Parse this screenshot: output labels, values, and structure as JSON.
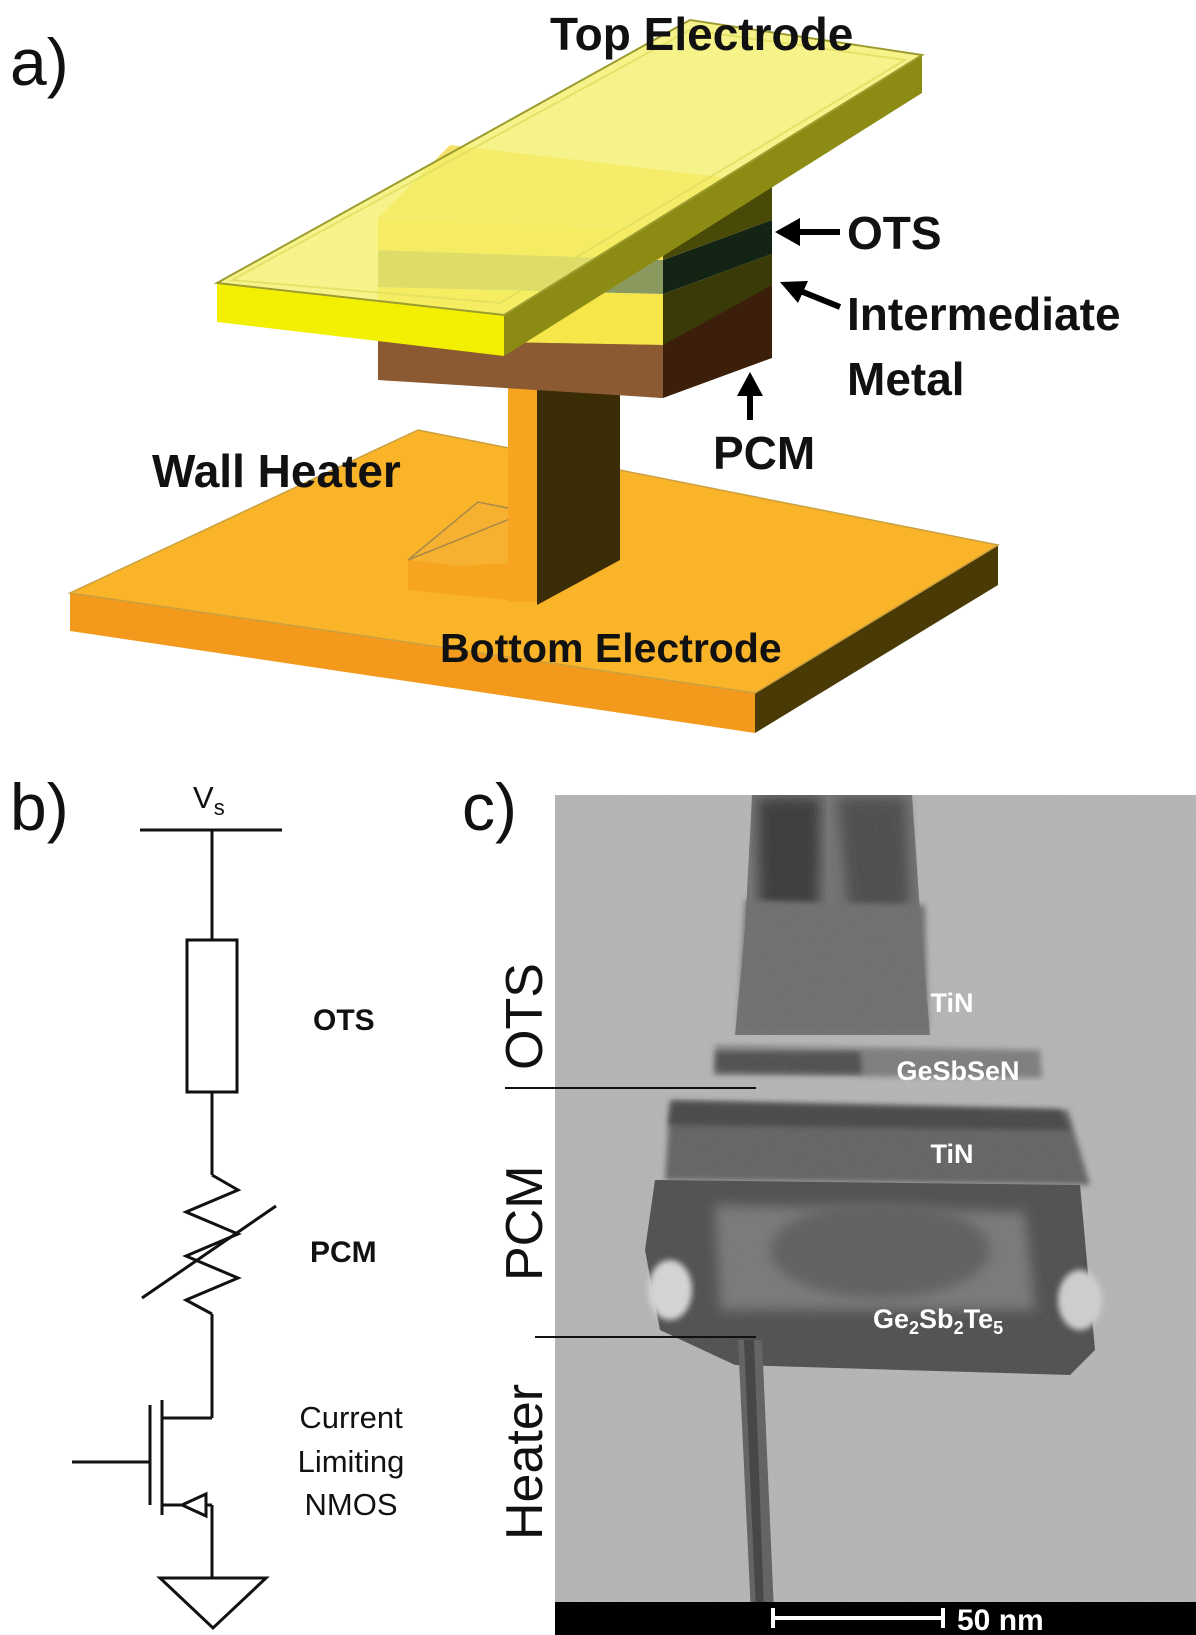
{
  "panels": {
    "a": {
      "letter": "a)",
      "labels": {
        "top_electrode": "Top Electrode",
        "ots": "OTS",
        "intermediate_line1": "Intermediate",
        "intermediate_line2": "Metal",
        "pcm": "PCM",
        "wall_heater": "Wall Heater",
        "bottom_electrode": "Bottom Electrode"
      }
    },
    "b": {
      "letter": "b)",
      "supply": {
        "main": "V",
        "sub": "s"
      },
      "ots": "OTS",
      "pcm": "PCM",
      "nmos_line1": "Current",
      "nmos_line2": "Limiting",
      "nmos_line3": "NMOS"
    },
    "c": {
      "letter": "c)",
      "side_labels": {
        "ots": "OTS",
        "pcm": "PCM",
        "heater": "Heater"
      },
      "layers": {
        "tin_top": "TiN",
        "gesbsen": "GeSbSeN",
        "tin_mid": "TiN",
        "gst": {
          "g1": "Ge",
          "s1": "2",
          "g2": "Sb",
          "s2": "2",
          "g3": "Te",
          "s3": "5"
        }
      },
      "scale_bar": "50 nm"
    }
  },
  "colors": {
    "top_electrode": "#f5f06a",
    "ots": "#8a9a5e",
    "intermediate_metal": "#f7e64a",
    "pcm": "#8b5a32",
    "heater": "#f7a420",
    "bottom_electrode": "#f9b42a"
  }
}
